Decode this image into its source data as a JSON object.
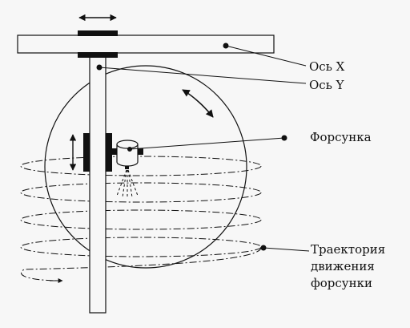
{
  "labels": {
    "axis_x": "Ось X",
    "axis_y": "Ось Y",
    "nozzle": "Форсунка",
    "trajectory_line1": "Траектория",
    "trajectory_line2": "движения",
    "trajectory_line3": "форсунки"
  },
  "colors": {
    "ink": "#111111",
    "paper": "#f7f7f7"
  }
}
